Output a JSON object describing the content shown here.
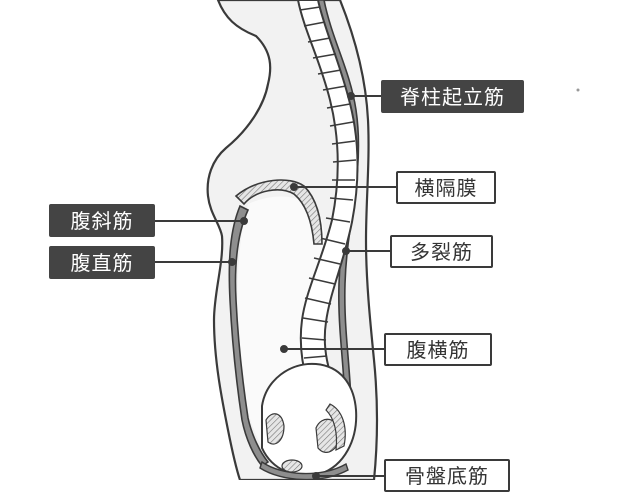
{
  "labels": {
    "erector_spinae": "脊柱起立筋",
    "diaphragm": "横隔膜",
    "multifidus": "多裂筋",
    "transversus_abdominis": "腹横筋",
    "pelvic_floor": "骨盤底筋",
    "obliques": "腹斜筋",
    "rectus_abdominis": "腹直筋"
  },
  "colors": {
    "line": "#3a3a3a",
    "skin": "#f2f2f2",
    "muscle": "#8e8e8e",
    "label_dark_bg": "#444444",
    "label_light_bg": "#ffffff"
  }
}
